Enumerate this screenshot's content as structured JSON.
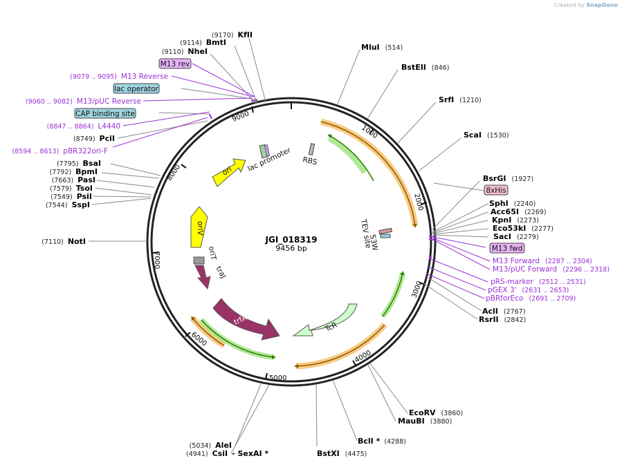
{
  "credit": {
    "prefix": "Created by",
    "brand": "SnapGene"
  },
  "plasmid": {
    "name": "JGI_018319",
    "size_label": "9456 bp"
  },
  "ticks": [
    "1000",
    "2000",
    "3000",
    "4000",
    "5000",
    "6000",
    "7000",
    "8000",
    "9000"
  ],
  "sites": [
    {
      "name": "KfII",
      "pos": "(9170)"
    },
    {
      "name": "BmtI",
      "pos": "(9114)"
    },
    {
      "name": "NheI",
      "pos": "(9110)"
    },
    {
      "name": "PciI",
      "pos": "(8749)"
    },
    {
      "name": "BsaI",
      "pos": "(7795)"
    },
    {
      "name": "BpmI",
      "pos": "(7792)"
    },
    {
      "name": "PasI",
      "pos": "(7663)"
    },
    {
      "name": "TsoI",
      "pos": "(7579)"
    },
    {
      "name": "PsiI",
      "pos": "(7549)"
    },
    {
      "name": "SspI",
      "pos": "(7544)"
    },
    {
      "name": "NotI",
      "pos": "(7110)"
    },
    {
      "name": "MluI",
      "pos": "(514)"
    },
    {
      "name": "BstEII",
      "pos": "(846)"
    },
    {
      "name": "SrfI",
      "pos": "(1210)"
    },
    {
      "name": "ScaI",
      "pos": "(1530)"
    },
    {
      "name": "BsrGI",
      "pos": "(1927)"
    },
    {
      "name": "SphI",
      "pos": "(2240)"
    },
    {
      "name": "Acc65I",
      "pos": "(2269)"
    },
    {
      "name": "KpnI",
      "pos": "(2273)"
    },
    {
      "name": "Eco53kI",
      "pos": "(2277)"
    },
    {
      "name": "SacI",
      "pos": "(2279)"
    },
    {
      "name": "AclI",
      "pos": "(2767)"
    },
    {
      "name": "RsrII",
      "pos": "(2842)"
    },
    {
      "name": "EcoRV",
      "pos": "(3860)"
    },
    {
      "name": "MauBI",
      "pos": "(3880)"
    },
    {
      "name": "BclI *",
      "pos": "(4288)"
    },
    {
      "name": "BstXI",
      "pos": "(4475)"
    },
    {
      "name": "AleI",
      "pos": "(5034)"
    },
    {
      "name": "CsiI",
      "pos": "(4941)"
    },
    {
      "name": "- SexAI *",
      "pos": ""
    }
  ],
  "primers": [
    {
      "name": "M13 Reverse",
      "range": "(9079 .. 9095)"
    },
    {
      "name": "M13/pUC Reverse",
      "range": "(9060 .. 9082)"
    },
    {
      "name": "L4440",
      "range": "(8847 .. 8864)"
    },
    {
      "name": "pBR322ori-F",
      "range": "(8594 .. 8613)"
    },
    {
      "name": "M13 Forward",
      "range": "(2287 .. 2304)"
    },
    {
      "name": "M13/pUC Forward",
      "range": "(2296 .. 2318)"
    },
    {
      "name": "pRS-marker",
      "range": "(2512 .. 2531)"
    },
    {
      "name": "pGEX 3'",
      "range": "(2631 .. 2653)"
    },
    {
      "name": "pBRforEco",
      "range": "(2691 .. 2709)"
    }
  ],
  "boxes": [
    {
      "name": "M13 rev",
      "fill": "#e6b3f5"
    },
    {
      "name": "lac operator",
      "fill": "#9fd3e0"
    },
    {
      "name": "CAP binding site",
      "fill": "#9fd3e0"
    },
    {
      "name": "8xHis",
      "fill": "#f0c0cc"
    },
    {
      "name": "M13 fwd",
      "fill": "#e6b3f5"
    }
  ],
  "inner_labels": [
    "lac promoter",
    "RBS",
    "TEV site",
    "S3W",
    "oriT",
    "traJ"
  ],
  "arrows": [
    "ori",
    "oriV",
    "trfA",
    "TcR"
  ],
  "colors": {
    "ori": "#ffff00",
    "trfA": "#993366",
    "TcR": "#ccffcc",
    "orange": "#f5b85a",
    "green": "#9be37a",
    "primer": "#9b2fd6"
  }
}
